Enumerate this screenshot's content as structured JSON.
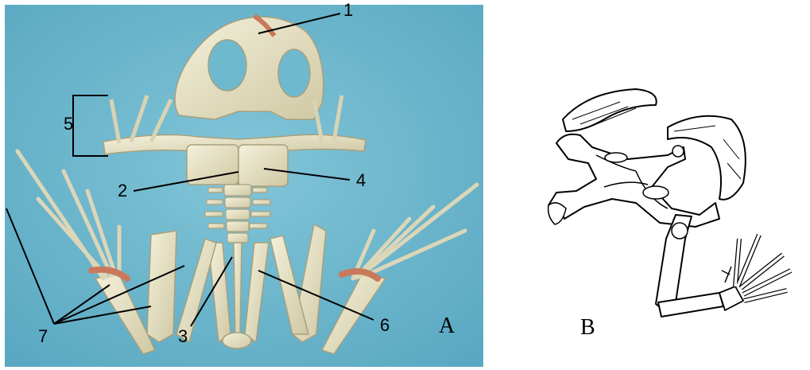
{
  "panel_a": {
    "letter": "A",
    "callouts": [
      "1",
      "2",
      "3",
      "4",
      "5",
      "6",
      "7"
    ]
  },
  "panel_b": {
    "letter": "B"
  },
  "colors": {
    "photo_background": "#6fb9cf",
    "bone": "#ece9cf",
    "bone_shadow": "#c9c3a0",
    "reddish_tint": "#c9795a",
    "ink": "#000000"
  }
}
